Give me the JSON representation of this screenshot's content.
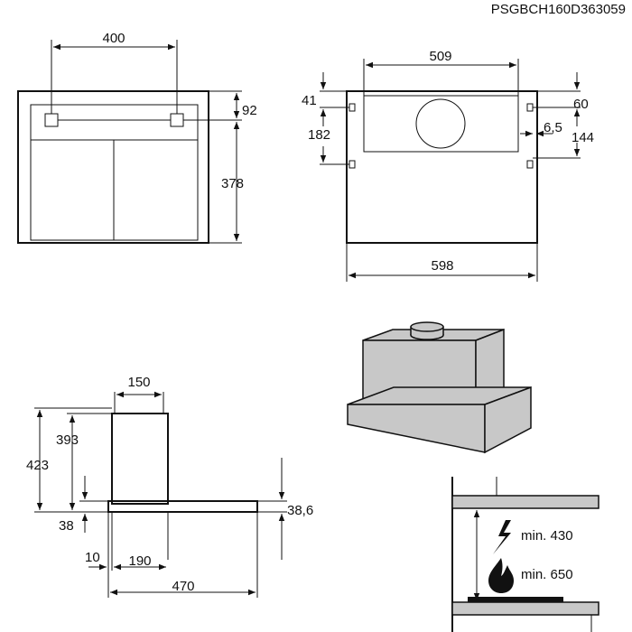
{
  "code": "PSGBCH160D363059",
  "front_view": {
    "width_label": "400",
    "top_label": "92",
    "height_label": "378"
  },
  "top_view": {
    "inner_width_label": "509",
    "left_offset_label": "41",
    "left_height_label": "182",
    "right_offset_label": "60",
    "gap_label": "6,5",
    "right_height_label": "144",
    "overall_width_label": "598"
  },
  "side_view": {
    "duct_width_label": "150",
    "total_height_label": "423",
    "duct_height_label": "393",
    "base_offset_label": "38",
    "panel_thickness_label": "38,6",
    "front_gap_label": "10",
    "duct_depth_label": "190",
    "total_depth_label": "470"
  },
  "clearance": {
    "electric_label": "min. 430",
    "gas_label": "min. 650",
    "electric_icon": "lightning-icon",
    "gas_icon": "flame-icon"
  }
}
